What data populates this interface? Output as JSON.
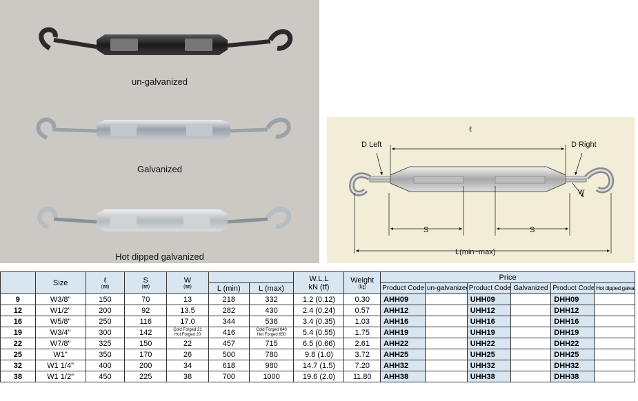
{
  "photos": {
    "captions": [
      "un-galvanized",
      "Galvanized",
      "Hot dipped galvanized"
    ]
  },
  "diagram": {
    "d_left": "D Left",
    "d_right": "D Right",
    "s_left": "S",
    "s_right": "S",
    "l_label": "L(min~max)",
    "ell_label": "ℓ",
    "w_label": "W"
  },
  "table": {
    "headers": {
      "size": "Size",
      "ell": "ℓ",
      "ell_unit": "(㎜)",
      "s": "S",
      "s_unit": "(㎜)",
      "w": "W",
      "w_unit": "(㎜)",
      "l_min": "L (min)",
      "l_max": "L (max)",
      "wll": "W.L.L",
      "wll_unit": "kN (tf)",
      "weight": "Weight",
      "weight_unit": "(㎏)",
      "price": "Price",
      "product_code": "Product Code",
      "un_galvanized": "un-galvanized",
      "galvanized": "Galvanized",
      "hot_dipped": "Hot dipped galvanized"
    },
    "rows": [
      {
        "id": "9",
        "size": "W3/8\"",
        "ell": "150",
        "s": "70",
        "w": "13",
        "w2": "",
        "lmin": "218",
        "lmax": "332",
        "lmax2": "",
        "wll": "1.2 (0.12)",
        "weight": "0.30",
        "code_a": "AHH09",
        "code_u": "UHH09",
        "code_d": "DHH09"
      },
      {
        "id": "12",
        "size": "W1/2\"",
        "ell": "200",
        "s": "92",
        "w": "13.5",
        "w2": "",
        "lmin": "282",
        "lmax": "430",
        "lmax2": "",
        "wll": "2.4 (0.24)",
        "weight": "0.57",
        "code_a": "AHH12",
        "code_u": "UHH12",
        "code_d": "DHH12"
      },
      {
        "id": "16",
        "size": "W5/8\"",
        "ell": "250",
        "s": "116",
        "w": "17.0",
        "w2": "",
        "lmin": "344",
        "lmax": "538",
        "lmax2": "",
        "wll": "3.4 (0.35)",
        "weight": "1.03",
        "code_a": "AHH16",
        "code_u": "UHH16",
        "code_d": "DHH16"
      },
      {
        "id": "19",
        "size": "W3/4\"",
        "ell": "300",
        "s": "142",
        "w": "Cold Forged 21",
        "w2": "Hot Forged 20",
        "lmin": "416",
        "lmax": "Cold Forged 640",
        "lmax2": "Hot Forged 650",
        "wll": "5.4 (0.55)",
        "weight": "1.75",
        "code_a": "AHH19",
        "code_u": "UHH19",
        "code_d": "DHH19"
      },
      {
        "id": "22",
        "size": "W7/8\"",
        "ell": "325",
        "s": "150",
        "w": "22",
        "w2": "",
        "lmin": "457",
        "lmax": "715",
        "lmax2": "",
        "wll": "6.5 (0.66)",
        "weight": "2.61",
        "code_a": "AHH22",
        "code_u": "UHH22",
        "code_d": "DHH22"
      },
      {
        "id": "25",
        "size": "W1\"",
        "ell": "350",
        "s": "170",
        "w": "26",
        "w2": "",
        "lmin": "500",
        "lmax": "780",
        "lmax2": "",
        "wll": "9.8 (1.0)",
        "weight": "3.72",
        "code_a": "AHH25",
        "code_u": "UHH25",
        "code_d": "DHH25"
      },
      {
        "id": "32",
        "size": "W1 1/4\"",
        "ell": "400",
        "s": "200",
        "w": "34",
        "w2": "",
        "lmin": "618",
        "lmax": "980",
        "lmax2": "",
        "wll": "14.7 (1.5)",
        "weight": "7.20",
        "code_a": "AHH32",
        "code_u": "UHH32",
        "code_d": "DHH32"
      },
      {
        "id": "38",
        "size": "W1 1/2\"",
        "ell": "450",
        "s": "225",
        "w": "38",
        "w2": "",
        "lmin": "700",
        "lmax": "1000",
        "lmax2": "",
        "wll": "19.6 (2.0)",
        "weight": "11.80",
        "code_a": "AHH38",
        "code_u": "UHH38",
        "code_d": "DHH38"
      }
    ]
  },
  "colors": {
    "header_bg": "#d8e6f1",
    "photo_bg": "#ccc9c4",
    "diagram_bg": "#f1edd7"
  }
}
